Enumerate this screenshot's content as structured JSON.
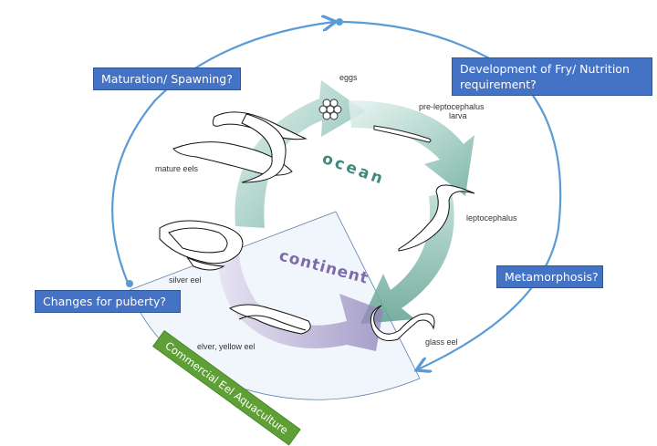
{
  "diagram": {
    "title": "Eel life cycle with research questions",
    "stages": {
      "eggs": "eggs",
      "pre_leptocephalus": "pre-leptocephalus",
      "pre_leptocephalus_line2": "larva",
      "leptocephalus": "leptocephalus",
      "glass_eel": "glass eel",
      "elver": "elver, yellow eel",
      "silver_eel": "silver eel",
      "mature_eels": "mature eels"
    },
    "zones": {
      "ocean": "ocean",
      "continent": "continent"
    },
    "questions": {
      "maturation": "Maturation/ Spawning?",
      "development": "Development of Fry/ Nutrition requirement?",
      "metamorphosis": "Metamorphosis?",
      "puberty": "Changes for puberty?"
    },
    "banner": "Commercial Eel Aquaculture",
    "colors": {
      "question_box": "#4472c4",
      "outer_arrow": "#5b9bd5",
      "ocean_arrow": "#8fc1b5",
      "ocean_text": "#3d8a7c",
      "continent_arrow": "#b5a8cf",
      "continent_text": "#7d6ca8",
      "aquaculture_zone": "#eef4fb",
      "banner": "#5ea035"
    }
  }
}
